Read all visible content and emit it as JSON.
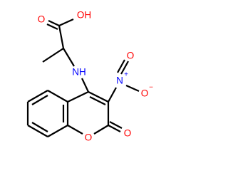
{
  "colors": {
    "bond": "#000000",
    "carbon": "#000000",
    "oxygen": "#ff0000",
    "nitrogen": "#0000ff"
  },
  "atoms": {
    "acid_hydroxyl": "OH",
    "acid_carbonyl_oxygen": "O",
    "amine": "NH",
    "nitro_nitrogen": "N",
    "nitro_nitrogen_charge": "+",
    "nitro_oxygen_double": "O",
    "nitro_oxygen_single": "O",
    "nitro_oxygen_charge": "−",
    "ring_oxygen": "O",
    "lactone_carbonyl_oxygen": "O"
  }
}
